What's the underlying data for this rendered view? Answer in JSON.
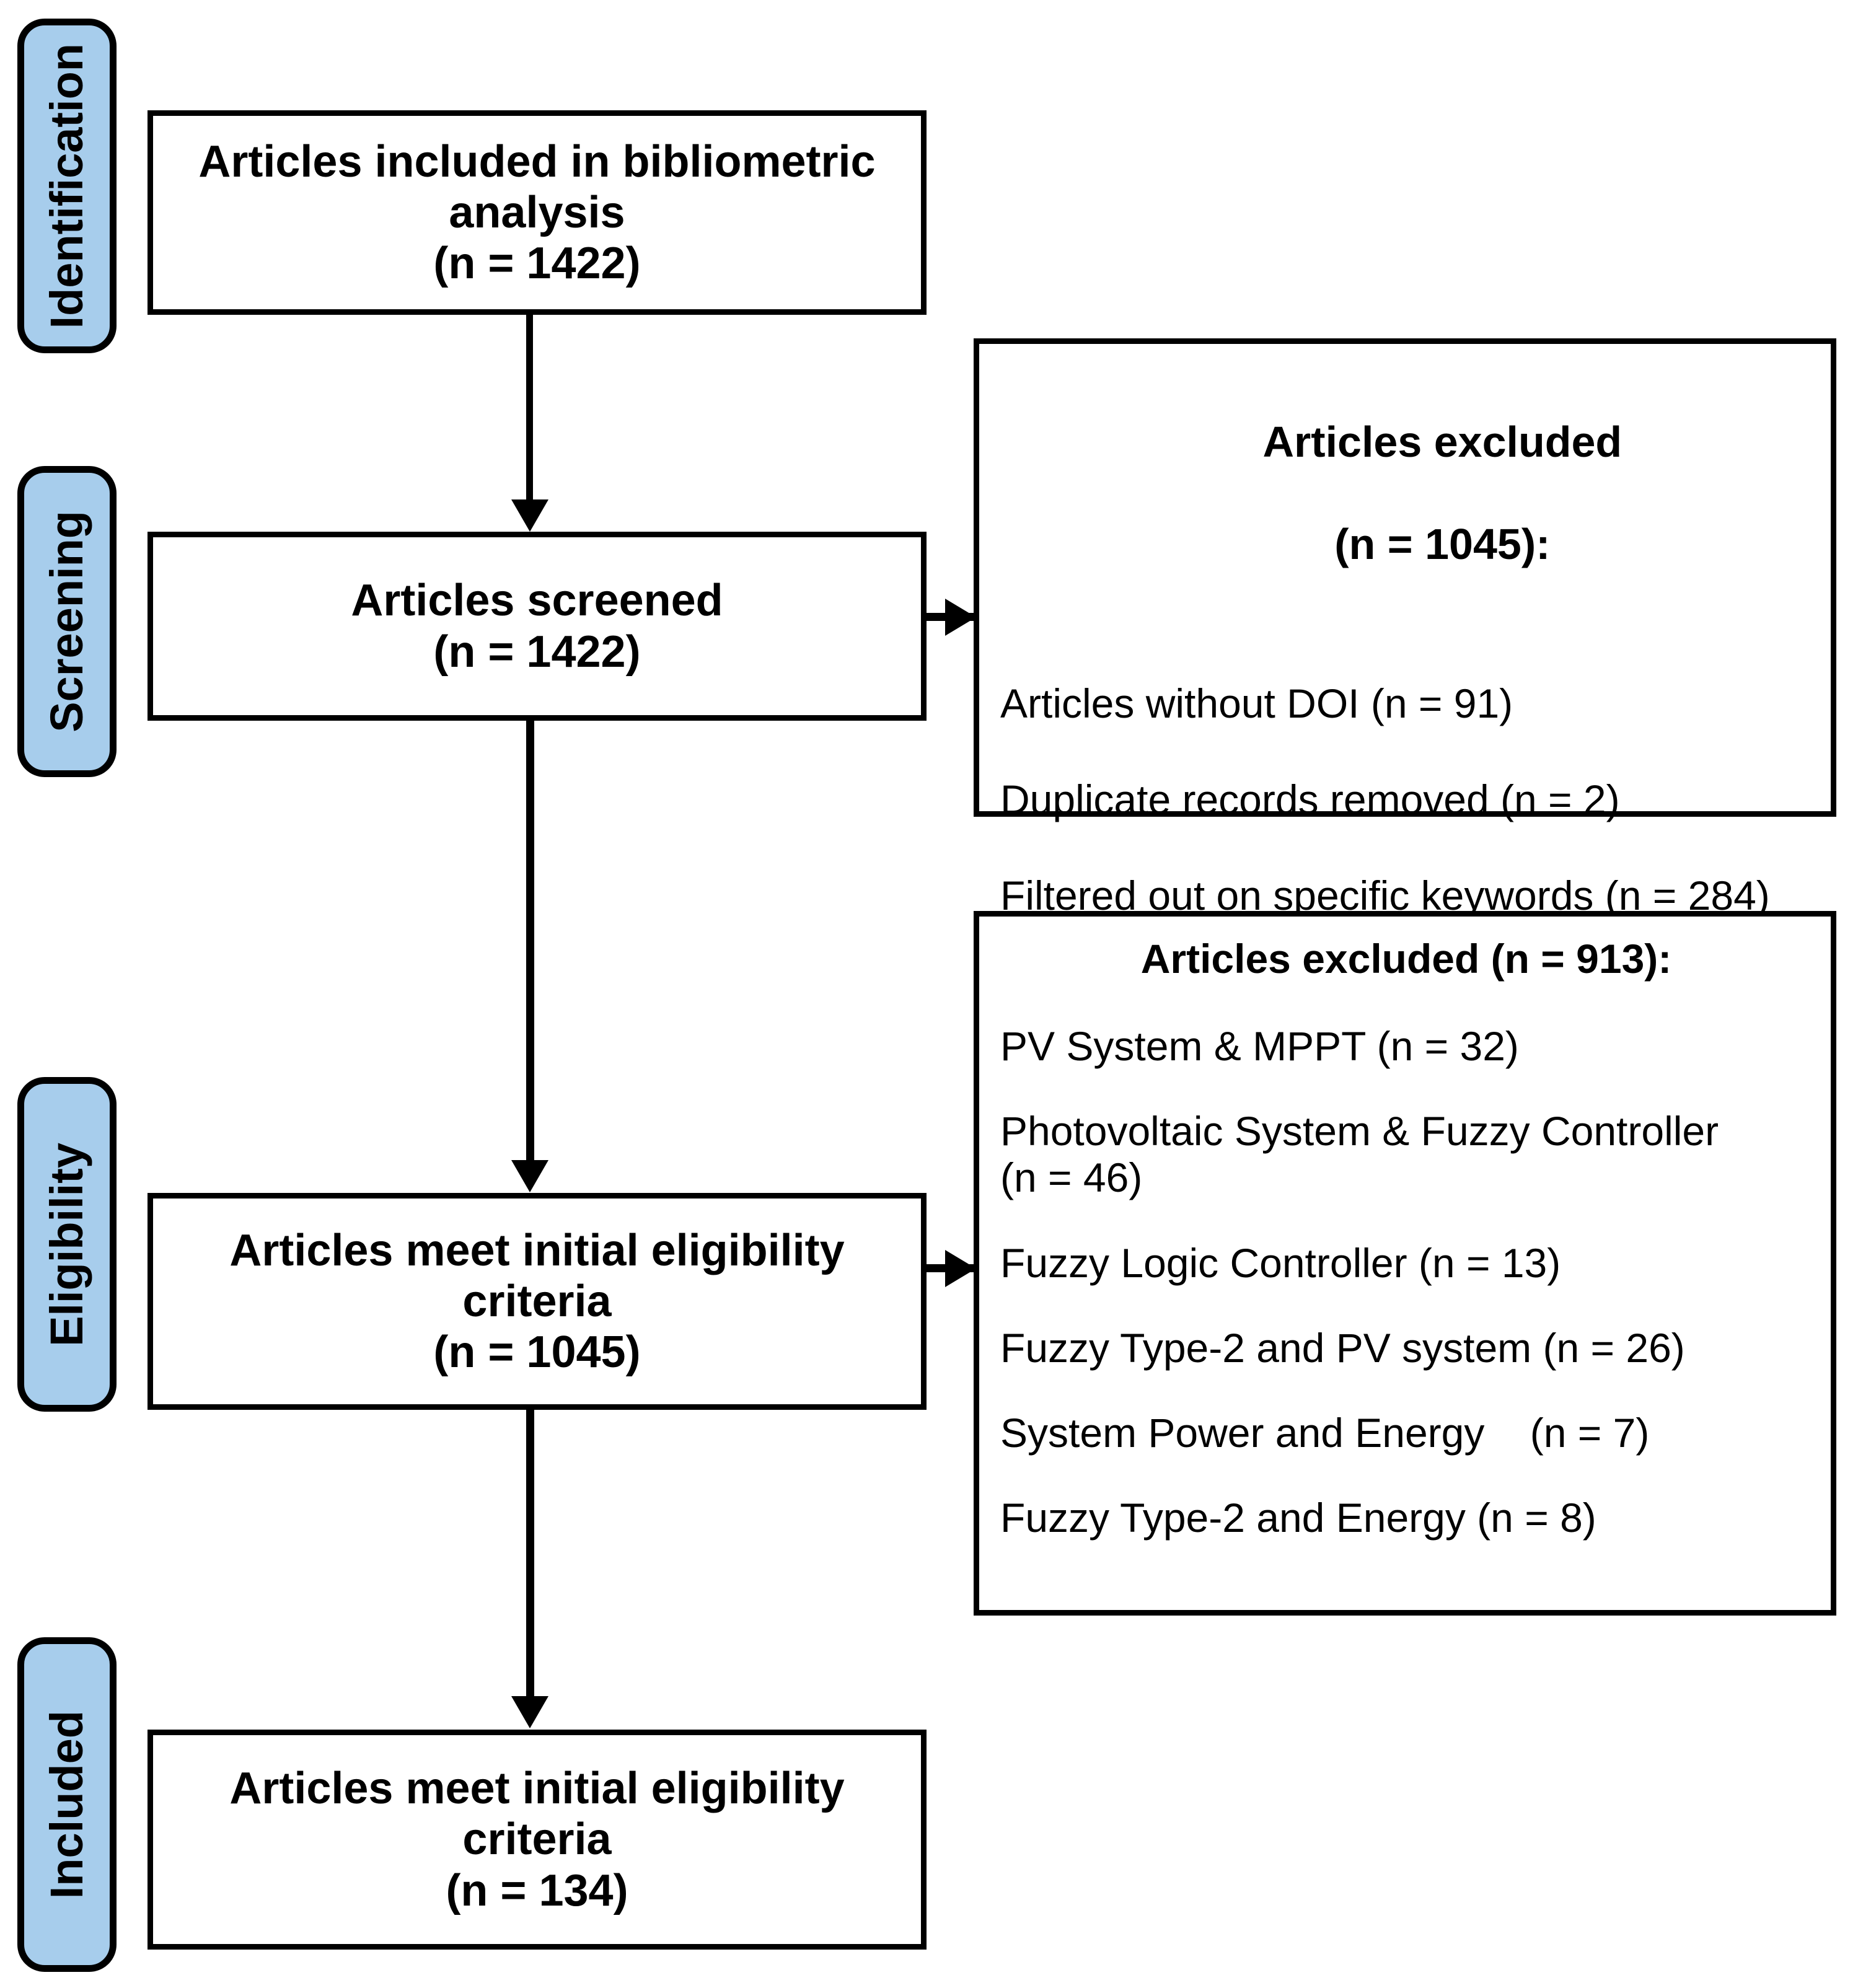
{
  "diagram": {
    "type": "prisma-flow-diagram",
    "accent_color": "#a7cdec",
    "line_color": "#000000",
    "background_color": "#ffffff"
  },
  "stages": [
    {
      "id": "identification",
      "label": "Identification"
    },
    {
      "id": "screening",
      "label": "Screening"
    },
    {
      "id": "eligibility",
      "label": "Eligibility"
    },
    {
      "id": "included",
      "label": "Included"
    }
  ],
  "flow_boxes": [
    {
      "id": "identified",
      "line1": "Articles included in bibliometric",
      "line2": "analysis",
      "count_line": "(n = 1422)",
      "n": 1422
    },
    {
      "id": "screened",
      "line1": "Articles screened",
      "line2": "",
      "count_line": "(n = 1422)",
      "n": 1422
    },
    {
      "id": "eligible",
      "line1": "Articles meet initial eligibility",
      "line2": "criteria",
      "count_line": "(n = 1045)",
      "n": 1045
    },
    {
      "id": "included",
      "line1": "Articles meet initial eligibility",
      "line2": "criteria",
      "count_line": "(n = 134)",
      "n": 134
    }
  ],
  "exclusion_boxes": [
    {
      "id": "excluded-screening",
      "title_line1": "Articles excluded",
      "title_line2": "(n = 1045):",
      "total": 1045,
      "items": [
        {
          "label": "Articles without DOI (n = 91)",
          "reason": "Articles without DOI",
          "n": 91
        },
        {
          "label": "Duplicate records removed (n = 2)",
          "reason": "Duplicate records removed",
          "n": 2
        },
        {
          "label": "Filtered out on specific keywords (n = 284)",
          "reason": "Filtered out on specific keywords",
          "n": 284
        }
      ]
    },
    {
      "id": "excluded-eligibility",
      "title_line1": "Articles excluded (n = 913):",
      "title_line2": "",
      "total": 913,
      "items": [
        {
          "label": "PV System & MPPT (n = 32)",
          "reason": "PV System & MPPT",
          "n": 32
        },
        {
          "label": "Photovoltaic System & Fuzzy Controller\n(n = 46)",
          "reason": "Photovoltaic System & Fuzzy Controller",
          "n": 46
        },
        {
          "label": "Fuzzy Logic Controller (n = 13)",
          "reason": "Fuzzy Logic Controller",
          "n": 13
        },
        {
          "label": "Fuzzy Type-2 and PV system (n = 26)",
          "reason": "Fuzzy Type-2 and PV system",
          "n": 26
        },
        {
          "label": "System Power and Energy    (n = 7)",
          "reason": "System Power and Energy",
          "n": 7
        },
        {
          "label": "Fuzzy Type-2 and Energy (n = 8)",
          "reason": "Fuzzy Type-2 and Energy",
          "n": 8
        }
      ]
    }
  ]
}
